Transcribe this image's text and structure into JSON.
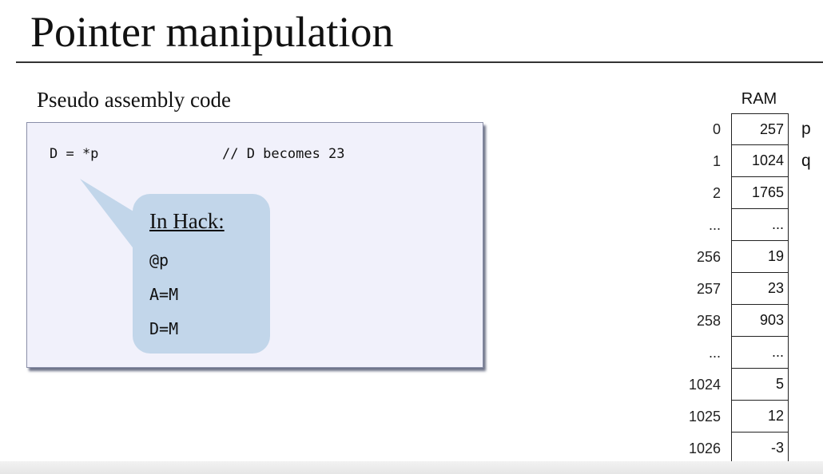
{
  "slide": {
    "title": "Pointer manipulation",
    "subtitle": "Pseudo assembly code"
  },
  "code": {
    "statement": "D = *p",
    "comment": "// D becomes 23"
  },
  "callout": {
    "heading": "In Hack:",
    "lines": [
      "@p",
      "A=M",
      "D=M"
    ],
    "fill_color": "#c2d6ea"
  },
  "ram": {
    "label": "RAM",
    "rows": [
      {
        "addr": "0",
        "value": "257",
        "var": "p"
      },
      {
        "addr": "1",
        "value": "1024",
        "var": "q"
      },
      {
        "addr": "2",
        "value": "1765",
        "var": ""
      },
      {
        "addr": "...",
        "value": "...",
        "var": ""
      },
      {
        "addr": "256",
        "value": "19",
        "var": ""
      },
      {
        "addr": "257",
        "value": "23",
        "var": ""
      },
      {
        "addr": "258",
        "value": "903",
        "var": ""
      },
      {
        "addr": "...",
        "value": "...",
        "var": ""
      },
      {
        "addr": "1024",
        "value": "5",
        "var": ""
      },
      {
        "addr": "1025",
        "value": "12",
        "var": ""
      },
      {
        "addr": "1026",
        "value": "-3",
        "var": ""
      }
    ]
  }
}
